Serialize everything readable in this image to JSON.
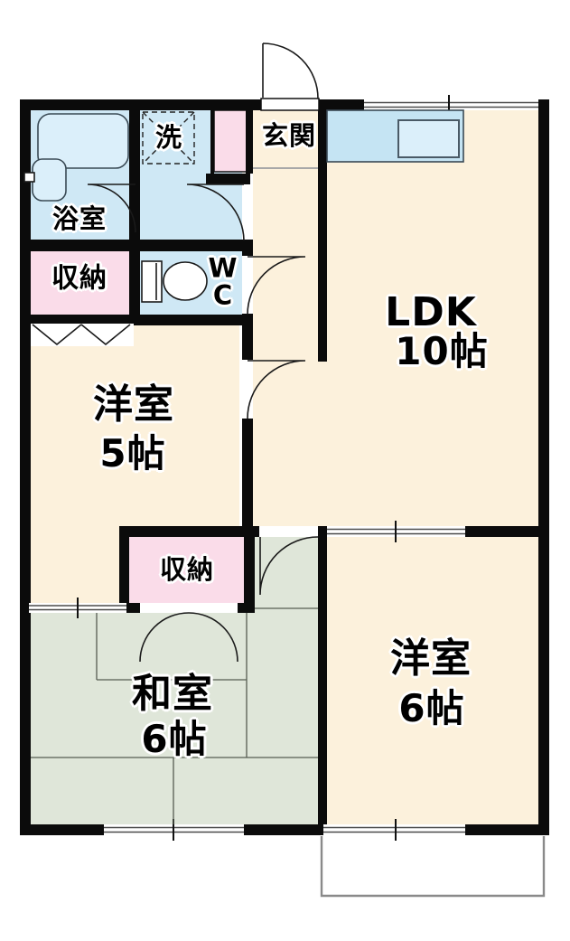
{
  "floorplan": {
    "rooms": {
      "bathroom": {
        "label": "浴室"
      },
      "laundry": {
        "label": "洗"
      },
      "entrance": {
        "label": "玄関"
      },
      "toilet": {
        "line1": "W",
        "line2": "C"
      },
      "storage_upper": {
        "label": "収納"
      },
      "storage_middle": {
        "label": "収納"
      },
      "ldk": {
        "label": "LDK",
        "size": "10帖"
      },
      "western_room_5": {
        "label": "洋室",
        "size": "5帖"
      },
      "japanese_room": {
        "label": "和室",
        "size": "6帖"
      },
      "western_room_6": {
        "label": "洋室",
        "size": "6帖"
      }
    }
  },
  "colors": {
    "wall": "#0b0b0b",
    "room-cream": "#fcf1dc",
    "room-blue": "#cfe8f5",
    "room-pink": "#fadce9",
    "room-tatami": "#dfe6d9",
    "fixture-blue": "#dbeffa",
    "counter-blue": "#c5e4f3",
    "line-gray": "#8a8a8a"
  }
}
